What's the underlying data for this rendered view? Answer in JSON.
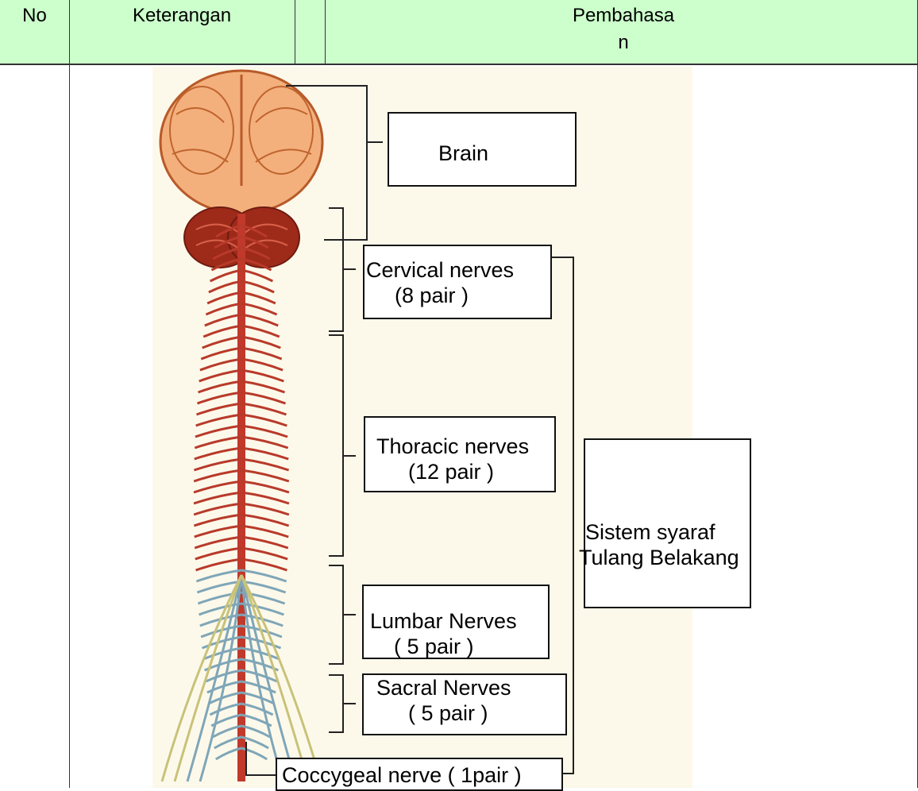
{
  "table": {
    "headers": {
      "no": "No",
      "keterangan": "Keterangan",
      "pembahasan_line1": "Pembahasa",
      "pembahasan_line2": "n"
    }
  },
  "diagram": {
    "labels": {
      "brain": "Brain",
      "cervical_line1": "Cervical nerves",
      "cervical_line2": "(8 pair )",
      "thoracic_line1": "Thoracic nerves",
      "thoracic_line2": "(12 pair )",
      "lumbar_line1": "Lumbar Nerves",
      "lumbar_line2": "( 5 pair )",
      "sacral_line1": "Sacral Nerves",
      "sacral_line2": "( 5 pair )",
      "coccygeal": "Coccygeal nerve ( 1pair )",
      "spinal_system_line1": "Sistem syaraf",
      "spinal_system_line2": "Tulang Belakang"
    },
    "colors": {
      "brain": "#f3b07c",
      "brain_outline": "#b85a2a",
      "spinal_cord": "#c0392b",
      "nerve_red": "#b83a2a",
      "nerve_blue": "#7fa6b8",
      "header_bg": "#ccffcc"
    }
  }
}
